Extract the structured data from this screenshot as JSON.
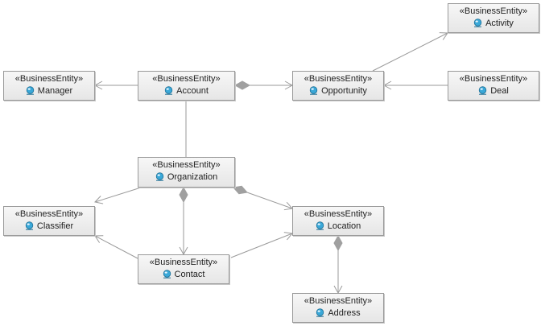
{
  "diagram": {
    "stereotype": "«BusinessEntity»",
    "icon": "business-entity-icon",
    "colors": {
      "line": "#9a9a9a",
      "box_border": "#9a9a9a",
      "diamond": "#a0a0a0",
      "icon": "#3aa8d8"
    },
    "entities": [
      {
        "id": "activity",
        "name": "Activity"
      },
      {
        "id": "manager",
        "name": "Manager"
      },
      {
        "id": "account",
        "name": "Account"
      },
      {
        "id": "opportunity",
        "name": "Opportunity"
      },
      {
        "id": "deal",
        "name": "Deal"
      },
      {
        "id": "organization",
        "name": "Organization"
      },
      {
        "id": "classifier",
        "name": "Classifier"
      },
      {
        "id": "location",
        "name": "Location"
      },
      {
        "id": "contact",
        "name": "Contact"
      },
      {
        "id": "address",
        "name": "Address"
      }
    ],
    "relations": [
      {
        "from": "account",
        "to": "manager",
        "kind": "association"
      },
      {
        "from": "account",
        "to": "opportunity",
        "kind": "composition"
      },
      {
        "from": "opportunity",
        "to": "activity",
        "kind": "association"
      },
      {
        "from": "deal",
        "to": "opportunity",
        "kind": "association"
      },
      {
        "from": "account",
        "to": "organization",
        "kind": "line"
      },
      {
        "from": "organization",
        "to": "classifier",
        "kind": "association"
      },
      {
        "from": "organization",
        "to": "contact",
        "kind": "composition"
      },
      {
        "from": "organization",
        "to": "location",
        "kind": "composition"
      },
      {
        "from": "contact",
        "to": "classifier",
        "kind": "association"
      },
      {
        "from": "contact",
        "to": "location",
        "kind": "association"
      },
      {
        "from": "location",
        "to": "address",
        "kind": "composition"
      }
    ]
  }
}
